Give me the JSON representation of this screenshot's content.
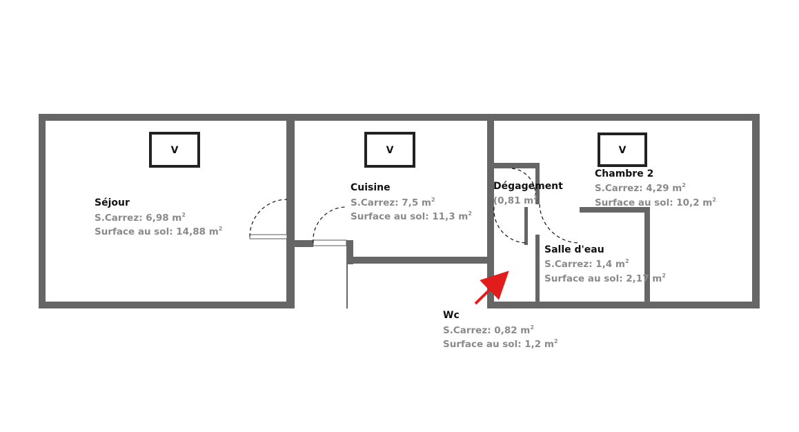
{
  "rooms": {
    "sejour": {
      "name": "Séjour",
      "carrez_label": "S.Carrez: 6,98 m",
      "sol_label": "Surface au sol: 14,88 m"
    },
    "cuisine": {
      "name": "Cuisine",
      "carrez_label": "S.Carrez: 7,5 m",
      "sol_label": "Surface au sol: 11,3 m"
    },
    "degagement": {
      "name": "Dégagement",
      "area_label": "(0,81 m"
    },
    "chambre2": {
      "name": "Chambre 2",
      "carrez_label": "S.Carrez: 4,29 m",
      "sol_label": "Surface au sol: 10,2 m"
    },
    "salle_eau": {
      "name": "Salle d'eau",
      "carrez_label": "S.Carrez: 1,4 m",
      "sol_label": "Surface au sol: 2,17 m"
    },
    "wc": {
      "name": "Wc",
      "carrez_label": "S.Carrez: 0,82 m",
      "sol_label": "Surface au sol: 1,2 m"
    }
  },
  "units": {
    "square_sup": "2"
  },
  "vents": {
    "label": "V"
  },
  "colors": {
    "wall": "#666666",
    "wall_outline": "#1e1e1e",
    "arrow": "#e21b1b",
    "meta_text": "#8a8a8a"
  }
}
